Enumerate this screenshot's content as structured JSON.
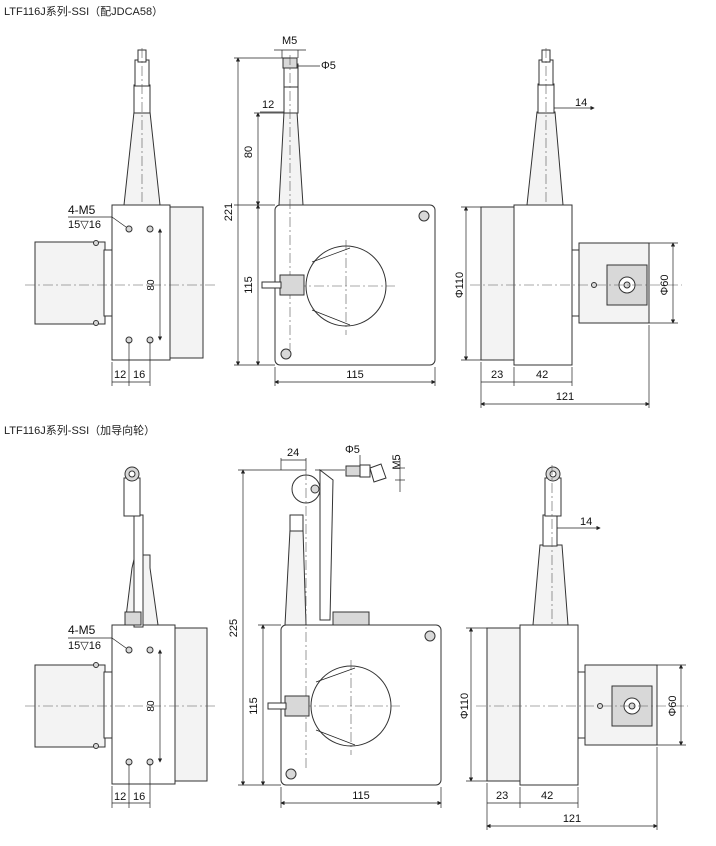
{
  "sections": [
    {
      "title": "LTF116J系列-SSI（配JDCA58）",
      "left": {
        "label_thread": "4-M5",
        "label_depth": "15▽16",
        "dim_height": "80",
        "dim_a": "12",
        "dim_b": "16"
      },
      "front": {
        "label_thread": "M5",
        "label_dia": "Φ5",
        "dim_off": "12",
        "dim_upper": "80",
        "dim_total": "221",
        "dim_lower": "115",
        "dim_width": "115"
      },
      "right": {
        "dim_shaft": "14",
        "dim_body": "Φ110",
        "dim_enc": "Φ60",
        "dim_a": "23",
        "dim_b": "42",
        "dim_total": "121"
      }
    },
    {
      "title": "LTF116J系列-SSI（加导向轮）",
      "left": {
        "label_thread": "4-M5",
        "label_depth": "15▽16",
        "dim_height": "80",
        "dim_a": "12",
        "dim_b": "16"
      },
      "front": {
        "dim_arm": "24",
        "label_dia": "Φ5",
        "label_thread": "M5",
        "dim_total": "225",
        "dim_lower": "115",
        "dim_width": "115"
      },
      "right": {
        "dim_shaft": "14",
        "dim_body": "Φ110",
        "dim_enc": "Φ60",
        "dim_a": "23",
        "dim_b": "42",
        "dim_total": "121"
      }
    }
  ]
}
